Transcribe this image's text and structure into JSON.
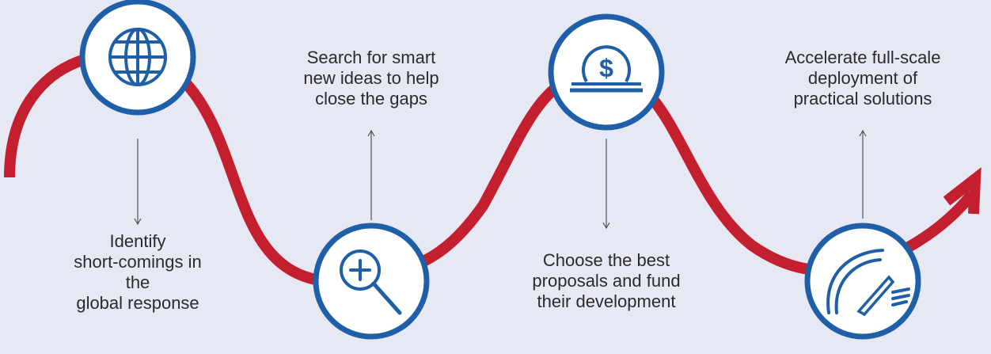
{
  "colors": {
    "background": "#e6e8f4",
    "curve": "#c41f2e",
    "circle_ring": "#1f5fa8",
    "circle_fill": "#ffffff",
    "icon": "#1f5fa8",
    "connector": "#555555",
    "text": "#2b2b2b"
  },
  "steps": [
    {
      "icon": "globe-icon",
      "label_lines": [
        "Identify",
        "short-comings in the",
        "global response"
      ]
    },
    {
      "icon": "magnifier-plus-icon",
      "label_lines": [
        "Search for smart",
        "new ideas to help",
        "close the gaps"
      ]
    },
    {
      "icon": "dollar-coin-icon",
      "label_lines": [
        "Choose the best",
        "proposals and fund",
        "their development"
      ]
    },
    {
      "icon": "speedometer-icon",
      "label_lines": [
        "Accelerate full-scale",
        "deployment of",
        "practical solutions"
      ]
    }
  ]
}
